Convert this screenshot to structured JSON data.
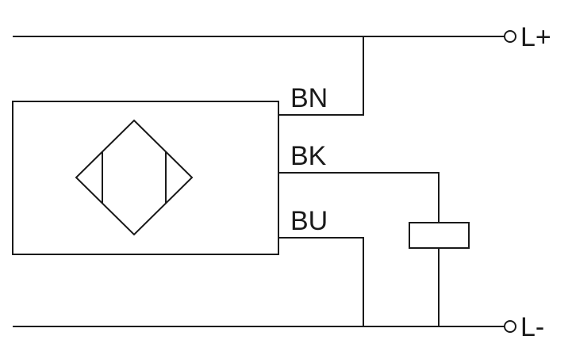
{
  "wires": {
    "brown": {
      "label": "BN"
    },
    "black": {
      "label": "BK"
    },
    "blue": {
      "label": "BU"
    }
  },
  "terminals": {
    "positive": {
      "label": "L+"
    },
    "negative": {
      "label": "L-"
    }
  },
  "colors": {
    "line": "#1a1a1a",
    "background": "#ffffff"
  }
}
